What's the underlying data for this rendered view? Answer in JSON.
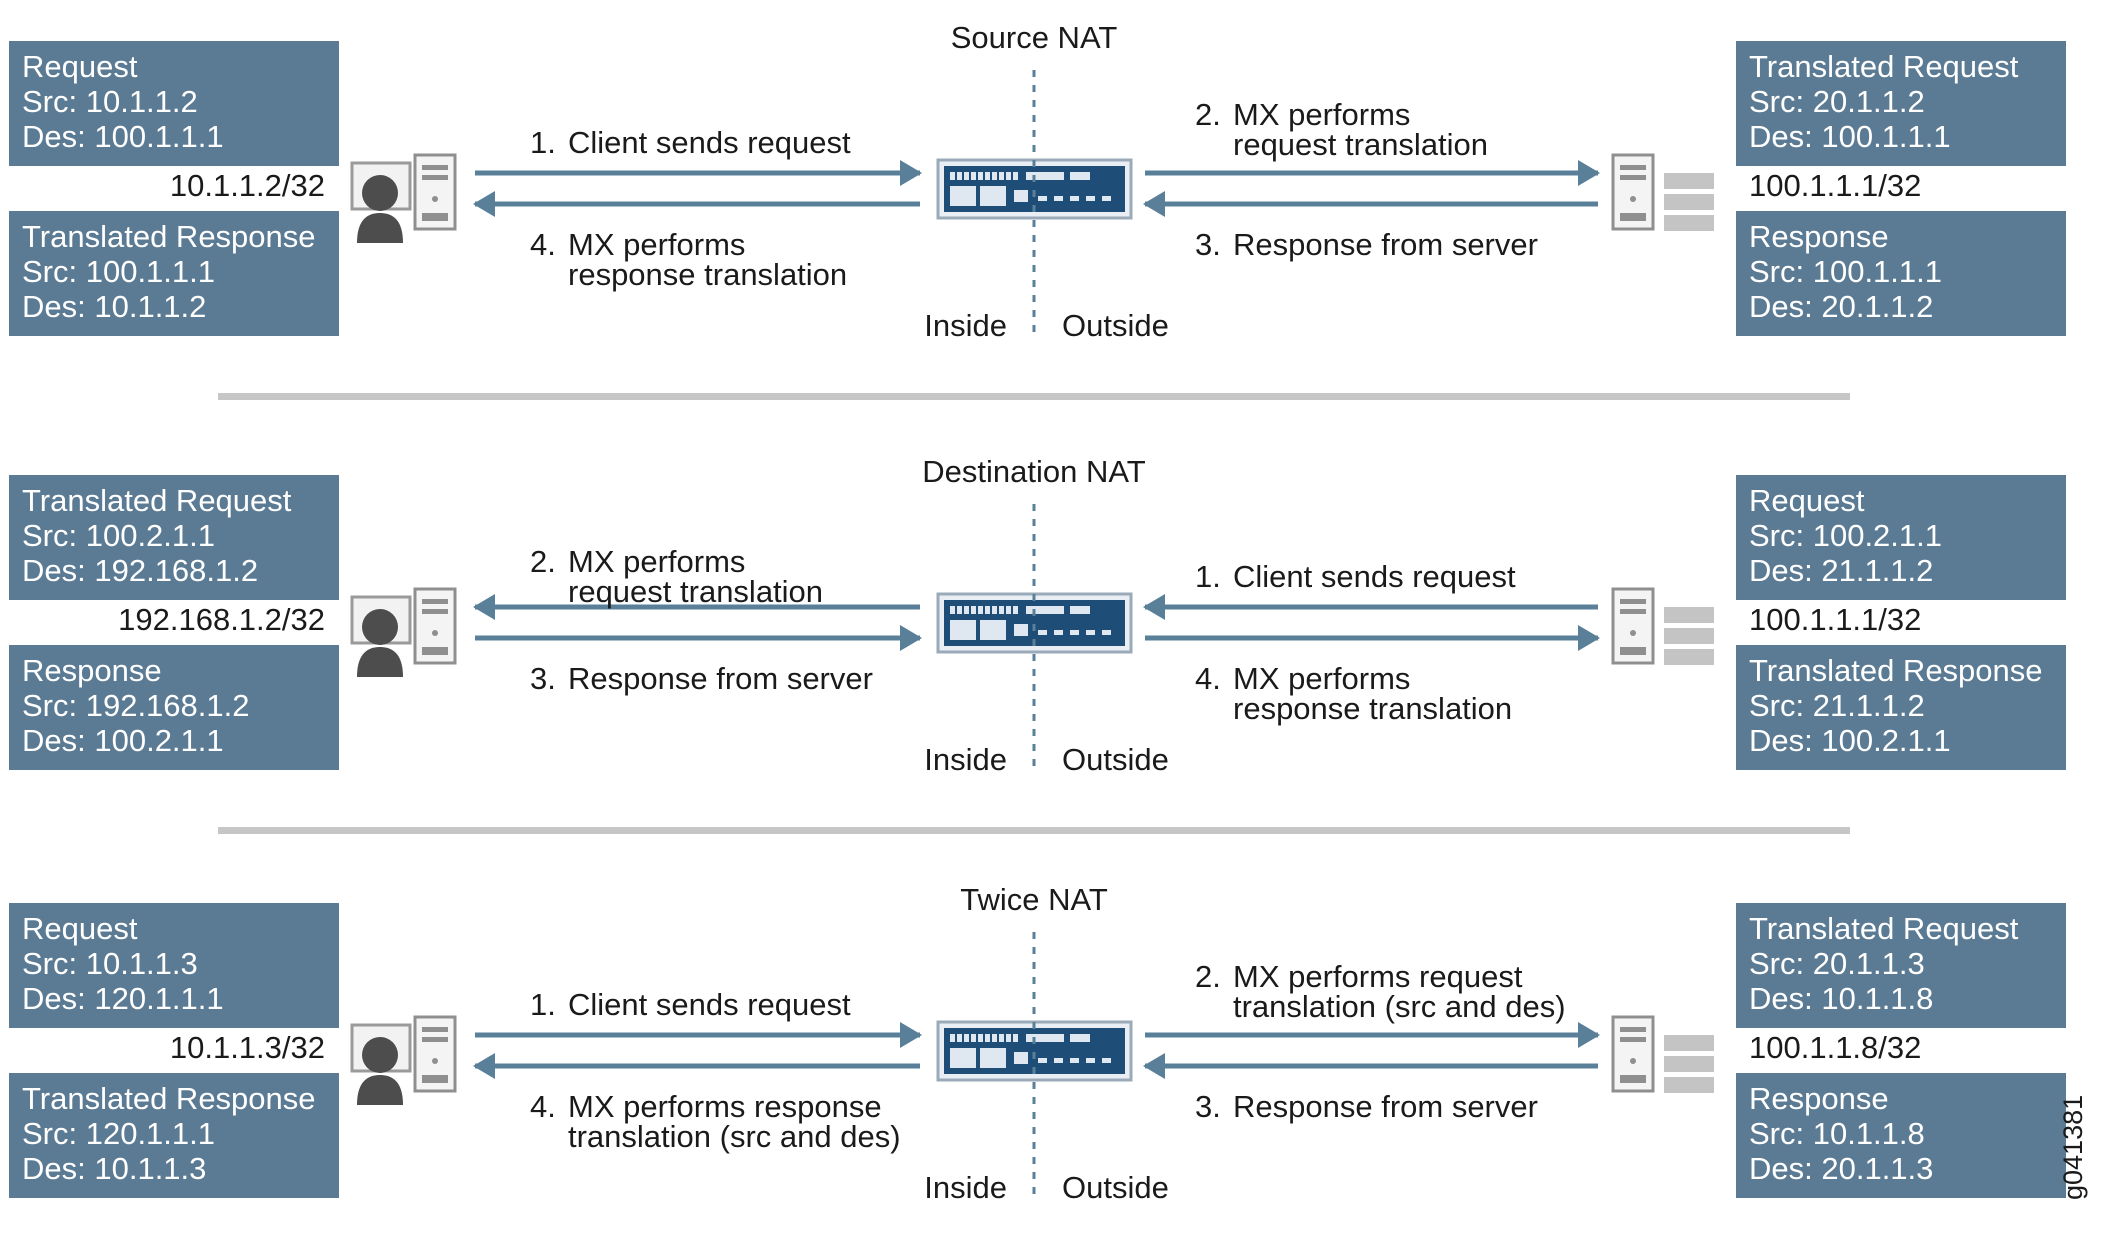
{
  "figure_id": "g041381",
  "panels": [
    {
      "title": "Source NAT",
      "left_top_box": [
        "Request",
        "Src: 10.1.1.2",
        "Des: 100.1.1.1"
      ],
      "left_addr": "10.1.1.2/32",
      "left_bottom_box": [
        "Translated Response",
        "Src: 100.1.1.1",
        "Des: 10.1.1.2"
      ],
      "right_top_box": [
        "Translated Request",
        "Src: 20.1.1.2",
        "Des: 100.1.1.1"
      ],
      "right_addr": "100.1.1.1/32",
      "right_bottom_box": [
        "Response",
        "Src: 100.1.1.1",
        "Des: 20.1.1.2"
      ],
      "step_left_upper": {
        "num": "1.",
        "lines": [
          "Client sends request"
        ]
      },
      "step_left_lower": {
        "num": "4.",
        "lines": [
          "MX performs",
          "response translation"
        ]
      },
      "step_right_upper": {
        "num": "2.",
        "lines": [
          "MX performs",
          "request translation"
        ]
      },
      "step_right_lower": {
        "num": "3.",
        "lines": [
          "Response from server"
        ]
      },
      "inside_label": "Inside",
      "outside_label": "Outside"
    },
    {
      "title": "Destination NAT",
      "left_top_box": [
        "Translated Request",
        "Src: 100.2.1.1",
        "Des: 192.168.1.2"
      ],
      "left_addr": "192.168.1.2/32",
      "left_bottom_box": [
        "Response",
        "Src: 192.168.1.2",
        "Des: 100.2.1.1"
      ],
      "right_top_box": [
        "Request",
        "Src: 100.2.1.1",
        "Des: 21.1.1.2"
      ],
      "right_addr": "100.1.1.1/32",
      "right_bottom_box": [
        "Translated Response",
        "Src: 21.1.1.2",
        "Des: 100.2.1.1"
      ],
      "step_left_upper": {
        "num": "2.",
        "lines": [
          "MX performs",
          "request translation"
        ]
      },
      "step_left_lower": {
        "num": "3.",
        "lines": [
          "Response from server"
        ]
      },
      "step_right_upper": {
        "num": "1.",
        "lines": [
          "Client sends request"
        ]
      },
      "step_right_lower": {
        "num": "4.",
        "lines": [
          "MX performs",
          "response translation"
        ]
      },
      "inside_label": "Inside",
      "outside_label": "Outside"
    },
    {
      "title": "Twice NAT",
      "left_top_box": [
        "Request",
        "Src: 10.1.1.3",
        "Des: 120.1.1.1"
      ],
      "left_addr": "10.1.1.3/32",
      "left_bottom_box": [
        "Translated Response",
        "Src: 120.1.1.1",
        "Des: 10.1.1.3"
      ],
      "right_top_box": [
        "Translated Request",
        "Src: 20.1.1.3",
        "Des: 10.1.1.8"
      ],
      "right_addr": "100.1.1.8/32",
      "right_bottom_box": [
        "Response",
        "Src: 10.1.1.8",
        "Des: 20.1.1.3"
      ],
      "step_left_upper": {
        "num": "1.",
        "lines": [
          "Client sends request"
        ]
      },
      "step_left_lower": {
        "num": "4.",
        "lines": [
          "MX performs response",
          "translation (src and des)"
        ]
      },
      "step_right_upper": {
        "num": "2.",
        "lines": [
          "MX performs request",
          "translation (src and des)"
        ]
      },
      "step_right_lower": {
        "num": "3.",
        "lines": [
          "Response from server"
        ]
      },
      "inside_label": "Inside",
      "outside_label": "Outside"
    }
  ],
  "colors": {
    "box_fill": "#5b7b94",
    "arrow": "#5a7f99",
    "router": "#1e4d78",
    "divider": "#c6c6c6",
    "person": "#4d4d4d",
    "server": "#9e9e9e"
  },
  "icons": [
    "user-icon",
    "client-computer-icon",
    "mx-router-icon",
    "server-icon",
    "server-rack-icon"
  ]
}
